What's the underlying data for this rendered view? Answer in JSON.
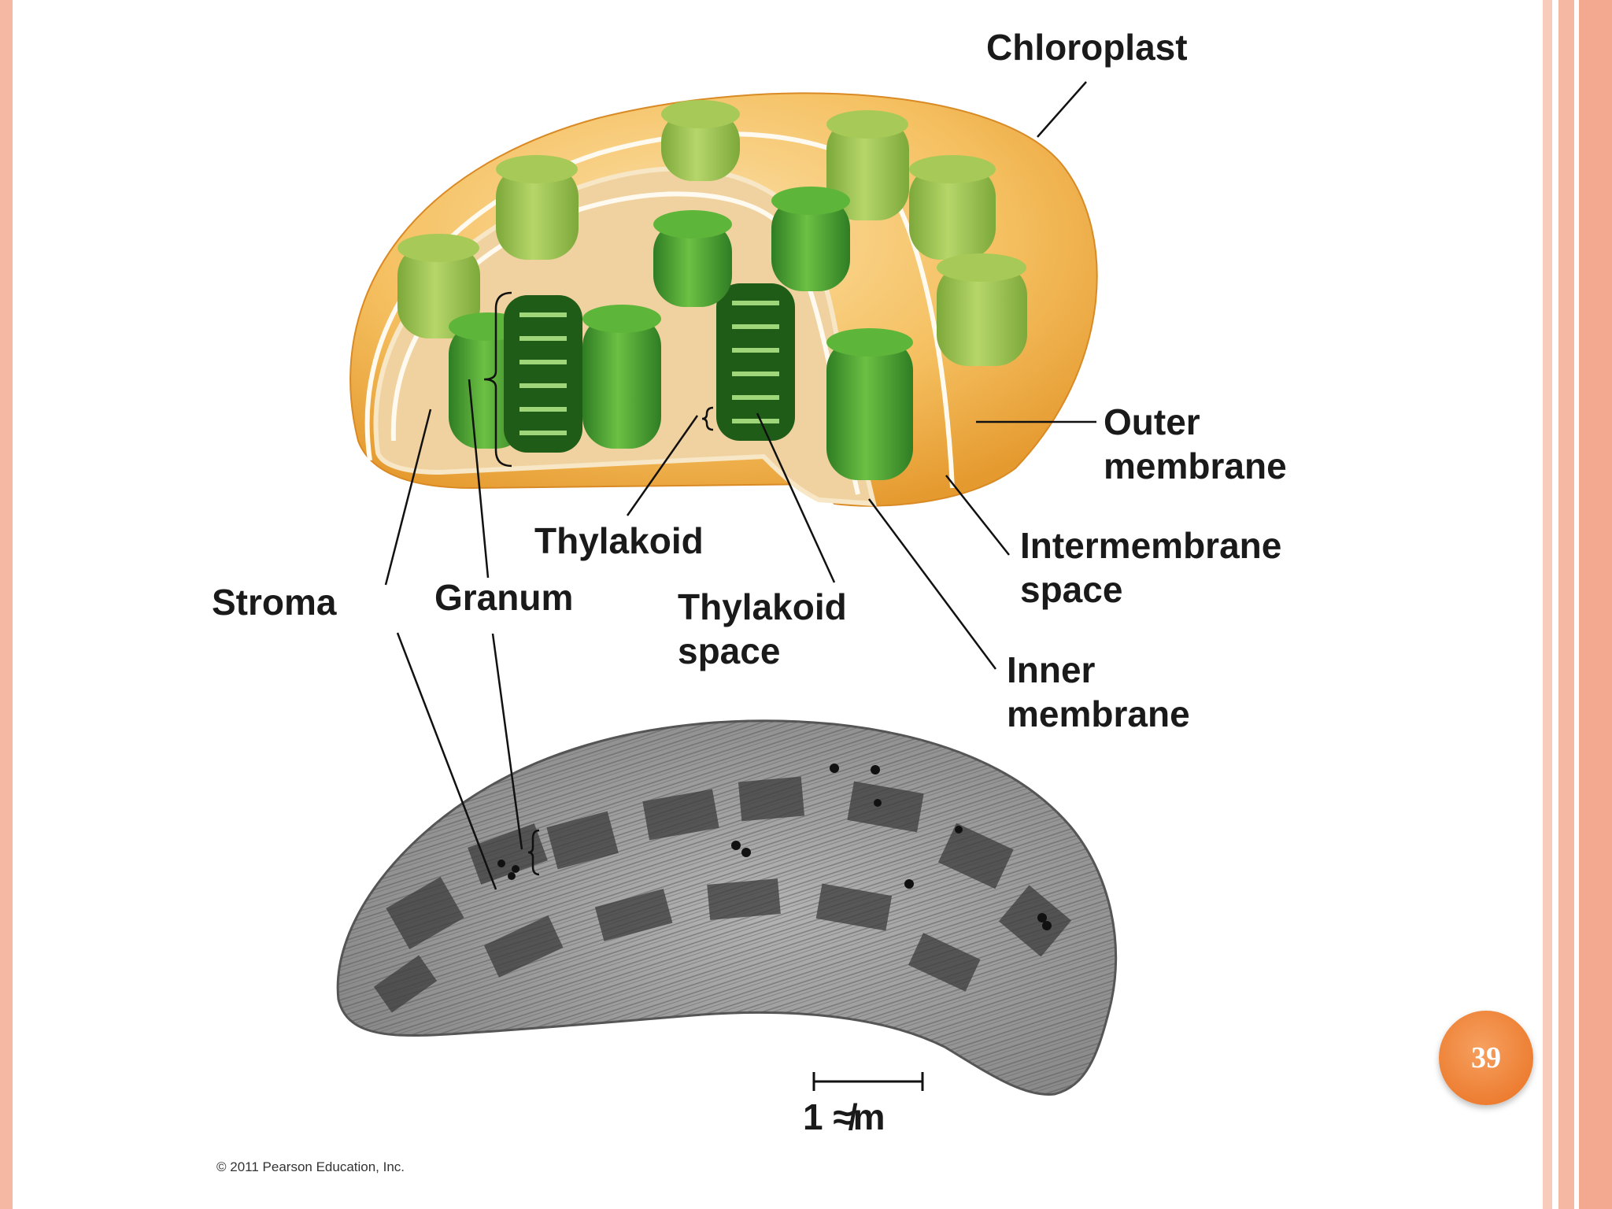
{
  "labels": {
    "chloroplast": "Chloroplast",
    "outer_membrane": [
      "Outer",
      "membrane"
    ],
    "intermembrane_space": [
      "Intermembrane",
      "space"
    ],
    "inner_membrane": [
      "Inner",
      "membrane"
    ],
    "thylakoid": "Thylakoid",
    "thylakoid_space": [
      "Thylakoid",
      "space"
    ],
    "granum": "Granum",
    "stroma": "Stroma"
  },
  "scale_bar": "1 ≉m",
  "copyright": "© 2011 Pearson Education, Inc.",
  "slide_number": "39",
  "colors": {
    "frame": "#f4b8a3",
    "envelope": "#f3b94f",
    "grana": "#4fa83a",
    "micrograph": "#9a9a9a",
    "badge": "#e9701f"
  }
}
